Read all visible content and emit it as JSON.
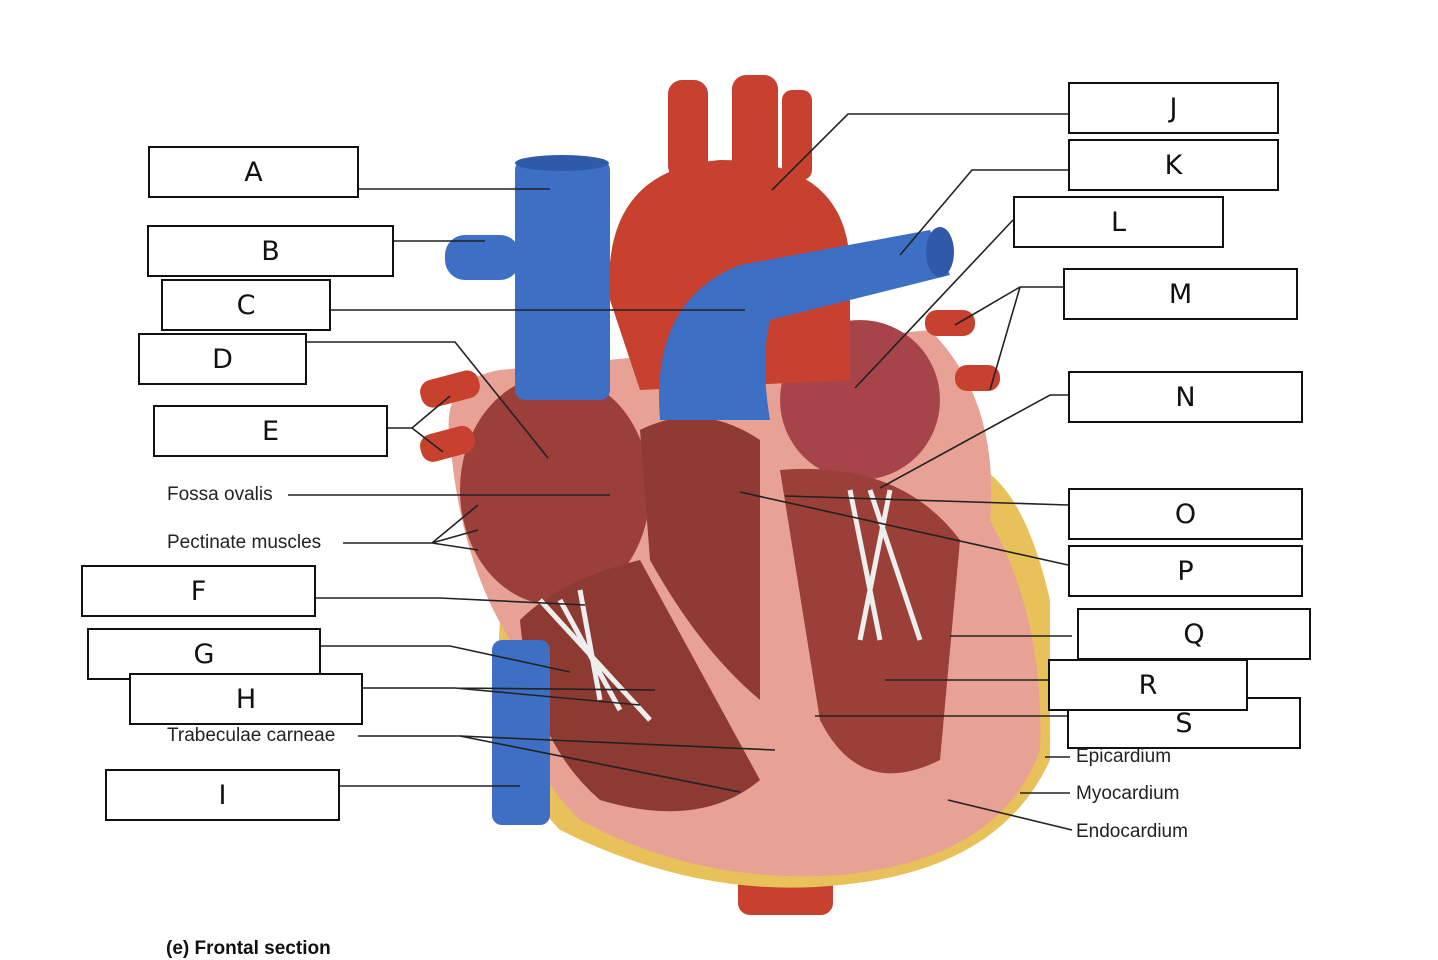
{
  "figure": {
    "caption": "(e) Frontal section"
  },
  "blank_labels": {
    "A": "A",
    "B": "B",
    "C": "C",
    "D": "D",
    "E": "E",
    "F": "F",
    "G": "G",
    "H": "H",
    "I": "I",
    "J": "J",
    "K": "K",
    "L": "L",
    "M": "M",
    "N": "N",
    "O": "O",
    "P": "P",
    "Q": "Q",
    "R": "R",
    "S": "S"
  },
  "text_labels": {
    "fossa_ovalis": "Fossa ovalis",
    "pectinate_muscles": "Pectinate muscles",
    "trabeculae_carneae": "Trabeculae carneae",
    "epicardium": "Epicardium",
    "myocardium": "Myocardium",
    "endocardium": "Endocardium"
  },
  "colors": {
    "vein": "#3d6fc4",
    "artery": "#c8412e",
    "muscle": "#e7a295",
    "fat": "#e9c15a"
  }
}
